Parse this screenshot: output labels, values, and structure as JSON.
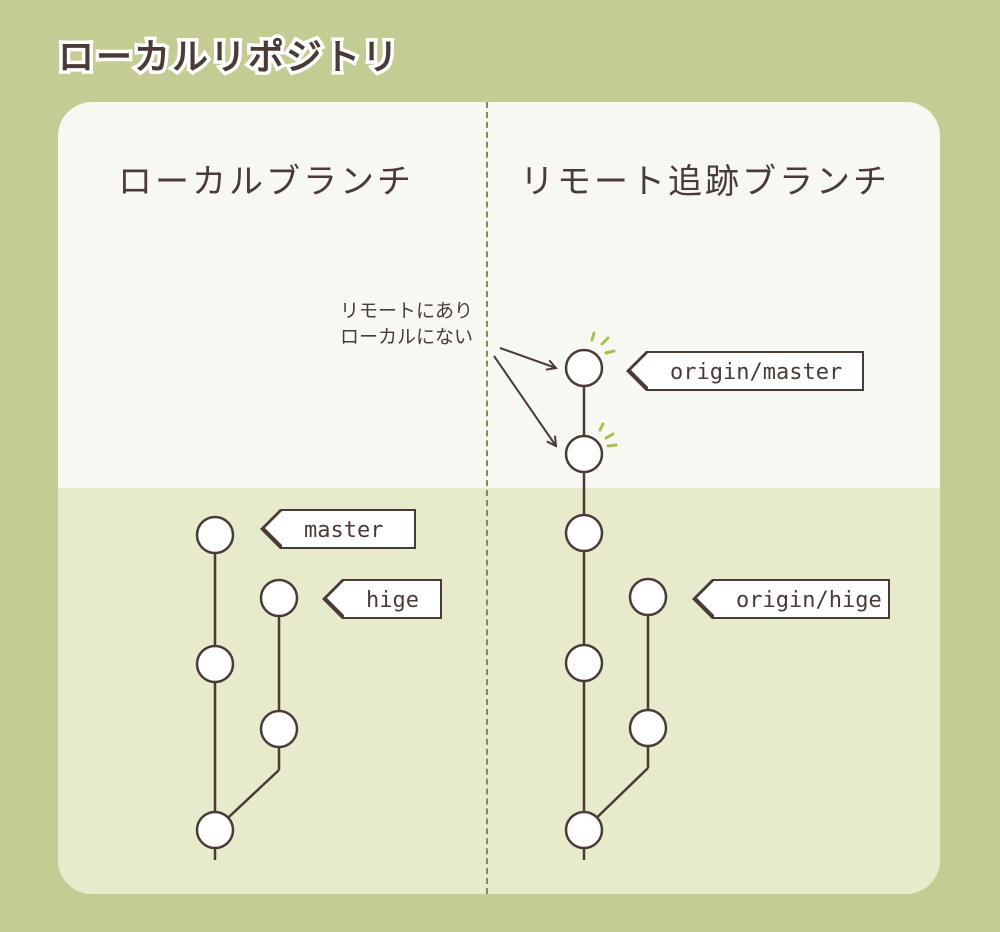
{
  "title": "ローカルリポジトリ",
  "columns": {
    "local": "ローカルブランチ",
    "remote": "リモート追跡ブランチ"
  },
  "annotation": {
    "line1": "リモートにあり",
    "line2": "ローカルにない"
  },
  "branches": {
    "local_master": "master",
    "local_hige": "hige",
    "remote_master": "origin/master",
    "remote_hige": "origin/hige"
  },
  "colors": {
    "background": "#c4cc94",
    "panel_top": "#f8f8f2",
    "panel_bottom": "#e7ebcb",
    "ink": "#4a3b36",
    "divider": "#7d8f57",
    "highlight": "#a4c34e"
  }
}
